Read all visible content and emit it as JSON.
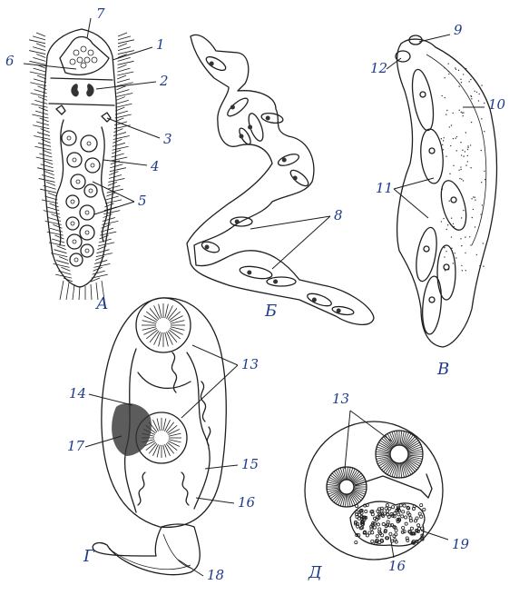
{
  "figure": {
    "panel_labels": [
      "А",
      "Б",
      "В",
      "Г",
      "Д"
    ],
    "numbers": [
      "1",
      "2",
      "3",
      "4",
      "5",
      "6",
      "7",
      "8",
      "9",
      "10",
      "11",
      "12",
      "13",
      "14",
      "15",
      "16",
      "17",
      "18",
      "19"
    ]
  },
  "colors": {
    "labels": "#1f3a8a",
    "ink": "#1e1e1e",
    "paper": "#ffffff"
  }
}
